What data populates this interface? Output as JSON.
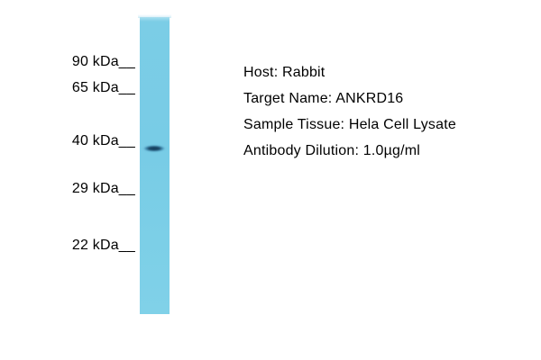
{
  "figure": {
    "kind": "western-blot",
    "background_color": "#ffffff",
    "text_color": "#000000"
  },
  "blot": {
    "lane_color": "#7bcde6",
    "band_color": "#123c5c",
    "band_at_marker": "40 kDa",
    "markers": [
      {
        "label": "90 kDa__"
      },
      {
        "label": "65 kDa__"
      },
      {
        "label": "40 kDa__"
      },
      {
        "label": "29 kDa__"
      },
      {
        "label": "22 kDa__"
      }
    ]
  },
  "info": {
    "lines": [
      "Host: Rabbit",
      "Target Name: ANKRD16",
      "Sample Tissue: Hela Cell Lysate",
      "Antibody Dilution: 1.0µg/ml"
    ]
  }
}
